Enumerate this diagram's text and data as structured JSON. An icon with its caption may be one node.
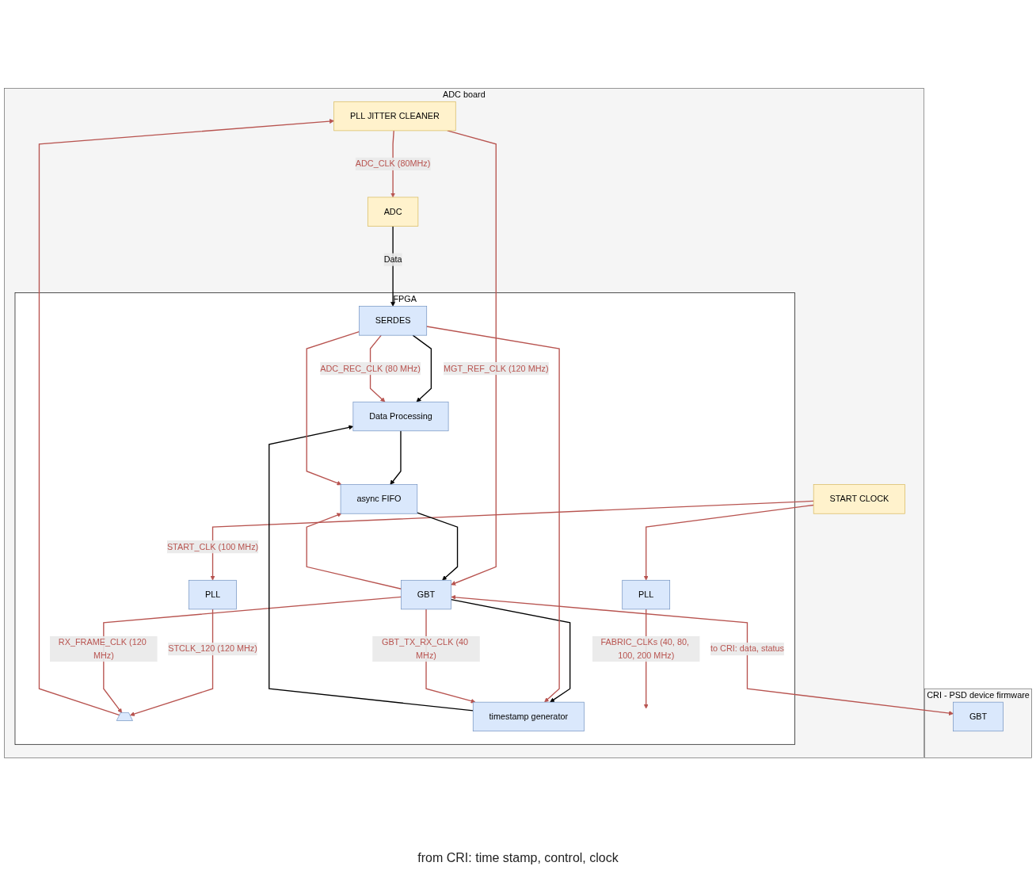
{
  "diagram": {
    "nodes": [
      {
        "text": [
          "CRI - PSD device firmware"
        ]
      },
      {
        "text": [
          "GBT"
        ],
        "in": 0
      },
      {
        "text": [
          "ADC board"
        ]
      },
      {
        "text": [
          "PLL JITTER CLEANER"
        ],
        "in": 2
      },
      {
        "text": [
          "START CLOCK"
        ],
        "in": 2
      },
      {
        "text": [
          "ADC"
        ],
        "in": 2
      },
      {
        "text": [
          "FPGA"
        ],
        "in": 2
      },
      {
        "text": [],
        "shape": "trapezoid",
        "in": 6
      },
      {
        "text": [
          "PLL"
        ],
        "in": 6
      },
      {
        "text": [
          "PLL"
        ],
        "in": 6
      },
      {
        "text": [
          "SERDES"
        ],
        "in": 6
      },
      {
        "text": [
          "Data Processing"
        ],
        "in": 6
      },
      {
        "text": [
          "timestamp generator"
        ],
        "in": 6
      },
      {
        "text": [
          "async FIFO"
        ],
        "in": 6
      },
      {
        "text": [
          "GBT"
        ],
        "in": 6
      }
    ],
    "edges": [
      {
        "from": 14,
        "to": 1,
        "arrow": "both",
        "label": "to CRI: data, status"
      },
      {
        "from": 3,
        "to": 5,
        "arrow": "to",
        "label": "ADC_CLK (80MHz)"
      },
      {
        "from": 3,
        "to": 14,
        "arrow": "to",
        "label": "MGT_REF_CLK (120 MHz)"
      },
      {
        "from": 7,
        "to": 3,
        "arrow": "to"
      },
      {
        "from": 4,
        "to": 8,
        "arrow": "to",
        "label": "START_CLK (100 MHz)"
      },
      {
        "from": 4,
        "to": 9,
        "arrow": "to"
      },
      {
        "from": 8,
        "to": 7,
        "arrow": "to",
        "label": "STCLK_120 (120 MHz)"
      },
      {
        "from": 9,
        "to": null,
        "arrow": "to",
        "label": "FABRIC_CLKs (40, 80, 100, 200 MHz)"
      },
      {
        "from": 14,
        "to": 7,
        "arrow": "to",
        "label": "RX_FRAME_CLK (120 MHz)"
      },
      {
        "from": 5,
        "to": 10,
        "arrow": "to",
        "label": "Data",
        "color": "#000000"
      },
      {
        "from": 10,
        "to": 11,
        "arrow": "to",
        "color": "#000000"
      },
      {
        "from": 12,
        "to": 11,
        "arrow": "to",
        "color": "#000000"
      },
      {
        "from": 14,
        "to": 12,
        "arrow": "to",
        "color": "#000000"
      },
      {
        "from": 11,
        "to": 13,
        "arrow": "to",
        "color": "#000000"
      },
      {
        "from": 13,
        "to": 14,
        "arrow": "to",
        "color": "#000000"
      },
      {
        "from": 10,
        "to": 11,
        "arrow": "to",
        "label": "ADC_REC_CLK (80 MHz)"
      },
      {
        "from": 10,
        "to": 12,
        "arrow": "to"
      },
      {
        "from": 10,
        "to": 13,
        "arrow": "to"
      },
      {
        "from": 14,
        "to": 12,
        "arrow": "to",
        "label": "GBT_TX_RX_CLK (40 MHz)"
      },
      {
        "from": 14,
        "to": 13,
        "arrow": "to"
      }
    ],
    "labels": [
      "from CRI: time stamp, control, clock"
    ]
  }
}
